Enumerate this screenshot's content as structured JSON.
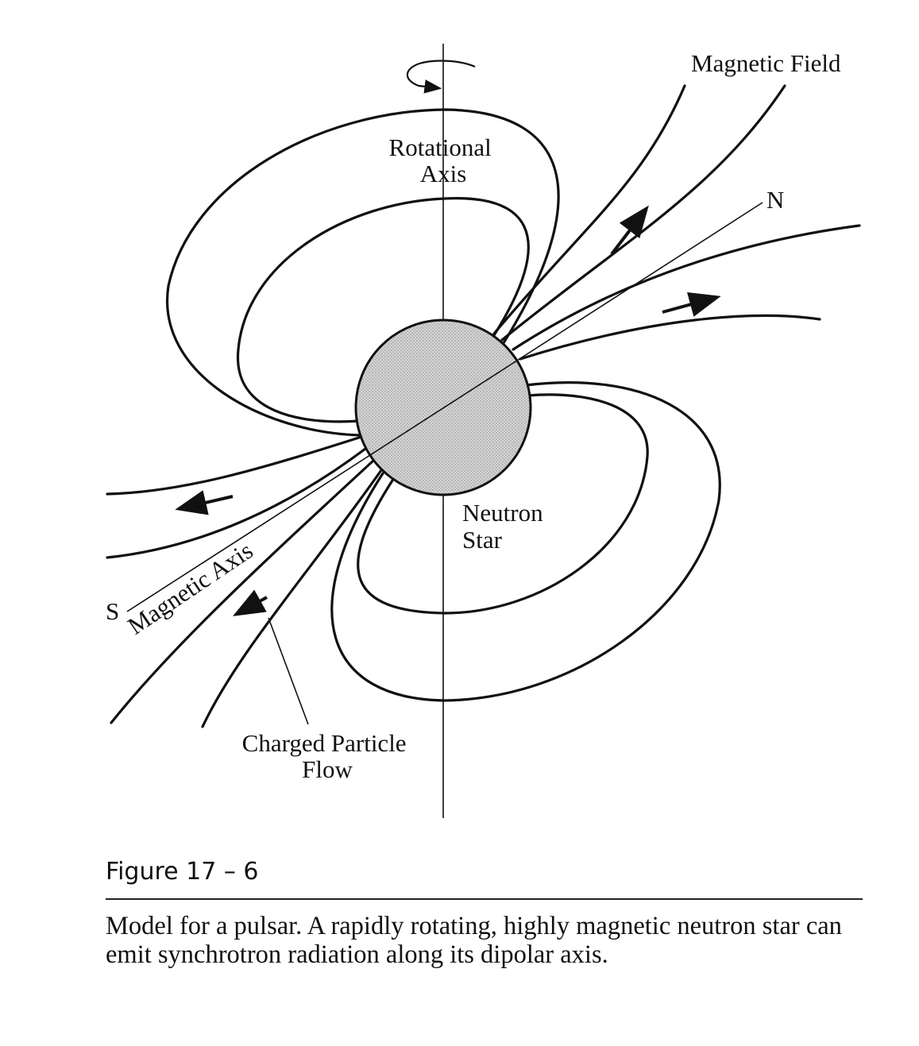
{
  "labels": {
    "rotational_axis": [
      "Rotational",
      "Axis"
    ],
    "magnetic_field": "Magnetic Field",
    "north_pole": "N",
    "south_pole": "S",
    "neutron_star": [
      "Neutron",
      "Star"
    ],
    "magnetic_axis": "Magnetic Axis",
    "charged_particle_flow": [
      "Charged Particle",
      "Flow"
    ]
  },
  "figure_number": "Figure 17 – 6",
  "caption": "Model for a pulsar. A rapidly rotating, highly magnetic neutron star can emit synchrotron radiation along its dipolar axis.",
  "colors": {
    "ink": "#111111",
    "star_fill": "#c9c9c9"
  }
}
